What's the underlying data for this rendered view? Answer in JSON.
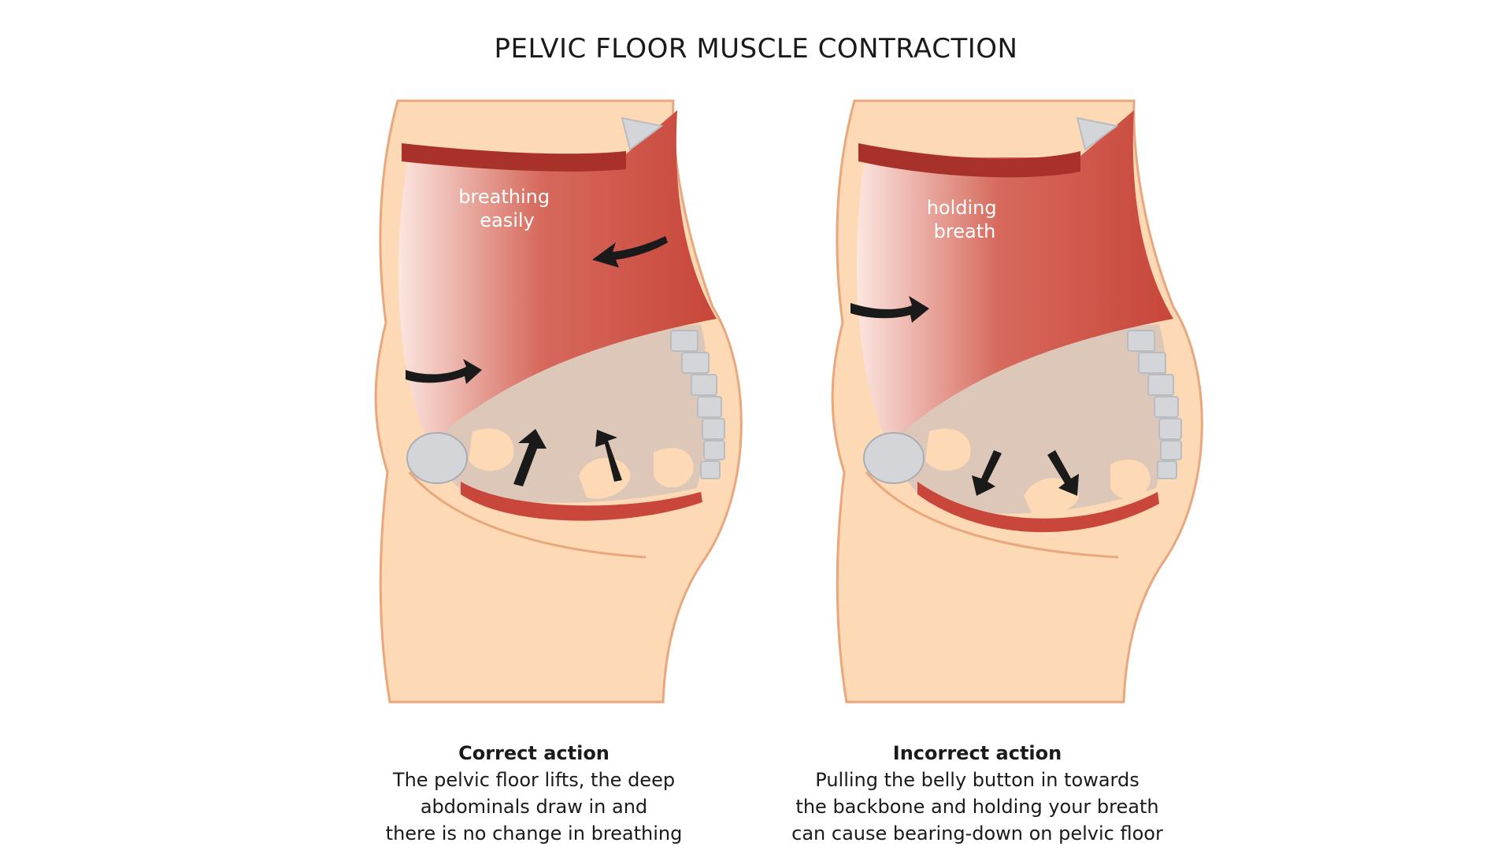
{
  "title": "PELVIC FLOOR MUSCLE CONTRACTION",
  "panels": [
    {
      "diagram_label_lines": [
        "breathing",
        "easily"
      ],
      "caption_title": "Correct action",
      "caption_lines": [
        "The pelvic floor lifts, the deep",
        "abdominals draw in and",
        "there is no change in breathing"
      ],
      "arrow_direction": "up"
    },
    {
      "diagram_label_lines": [
        "holding",
        "breath"
      ],
      "caption_title": "Incorrect action",
      "caption_lines": [
        "Pulling the belly button in towards",
        "the backbone and holding your breath",
        "can cause bearing-down on pelvic floor"
      ],
      "arrow_direction": "down"
    }
  ],
  "colors": {
    "skin": "#FDD9B5",
    "skin_outline": "#E8A77C",
    "muscle": "#C8463A",
    "muscle_dark": "#A8322A",
    "pelvic_area": "#DCC7B8",
    "bone": "#D3D5D8",
    "arrow": "#1A1A1A"
  }
}
